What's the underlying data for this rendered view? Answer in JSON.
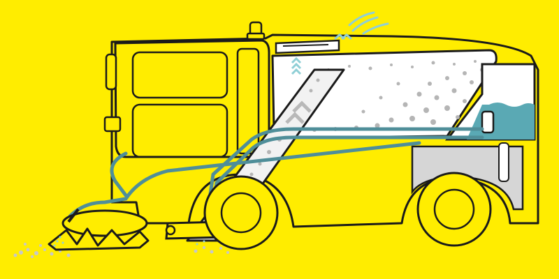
{
  "colors": {
    "background": "#ffed00",
    "outline": "#1a1a1a",
    "body_yellow": "#ffed00",
    "hopper_white": "#ffffff",
    "water_tank": "#5aa9b4",
    "hose": "#4f8e99",
    "debris": "#b5b5b5",
    "chevron": "#b8b8b8",
    "airflow_arrows": "#8fcfd6"
  },
  "diagram": {
    "subject": "street-sweeper-cutaway",
    "components": [
      {
        "id": "cab",
        "icon": "cab-icon"
      },
      {
        "id": "beacon",
        "icon": "beacon-light-icon"
      },
      {
        "id": "hopper",
        "icon": "debris-hopper-icon"
      },
      {
        "id": "suction-shaft",
        "icon": "chevron-up-icon"
      },
      {
        "id": "water-tank",
        "icon": "water-tank-icon"
      },
      {
        "id": "spray-hoses",
        "icon": "hose-icon"
      },
      {
        "id": "side-brush",
        "icon": "brush-icon"
      },
      {
        "id": "suction-mouth",
        "icon": "nozzle-icon"
      },
      {
        "id": "front-wheel",
        "icon": "wheel-icon"
      },
      {
        "id": "rear-wheel",
        "icon": "wheel-icon"
      },
      {
        "id": "exhaust-fan",
        "icon": "airflow-icon"
      }
    ]
  }
}
